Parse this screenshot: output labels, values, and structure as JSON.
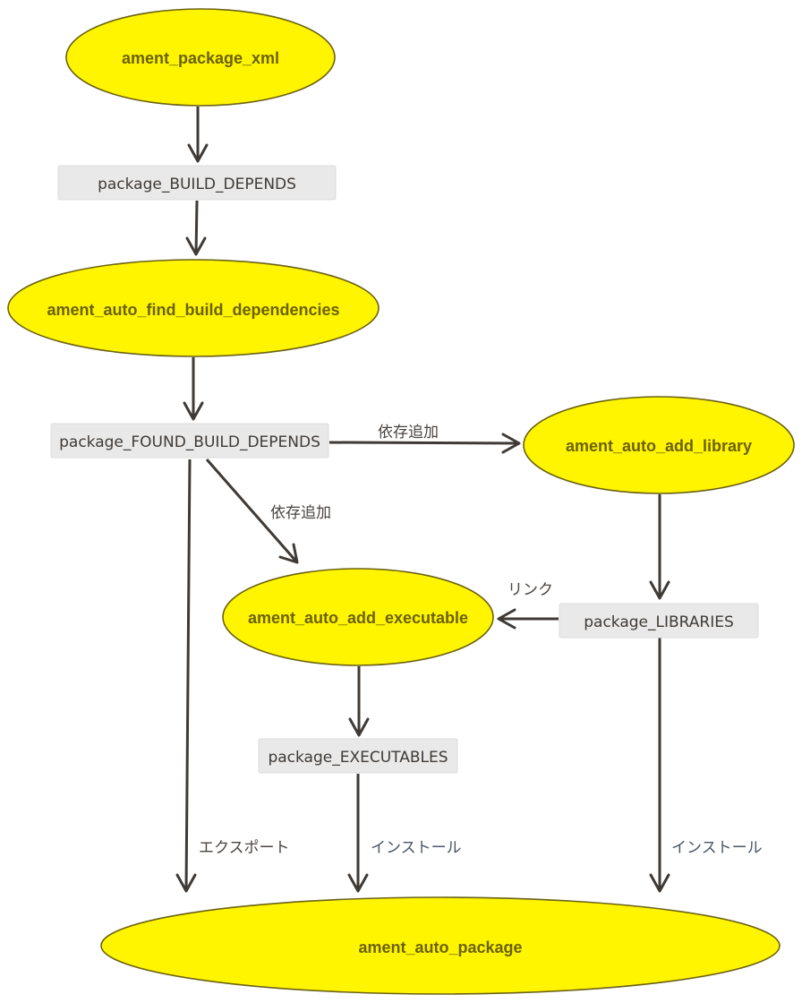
{
  "diagram": {
    "nodes": [
      {
        "id": "ament_package_xml",
        "label": "ament_package_xml",
        "shape": "ellipse"
      },
      {
        "id": "package_BUILD_DEPENDS",
        "label": "package_BUILD_DEPENDS",
        "shape": "box"
      },
      {
        "id": "ament_auto_find_build_dependencies",
        "label": "ament_auto_find_build_dependencies",
        "shape": "ellipse"
      },
      {
        "id": "package_FOUND_BUILD_DEPENDS",
        "label": "package_FOUND_BUILD_DEPENDS",
        "shape": "box"
      },
      {
        "id": "ament_auto_add_library",
        "label": "ament_auto_add_library",
        "shape": "ellipse"
      },
      {
        "id": "ament_auto_add_executable",
        "label": "ament_auto_add_executable",
        "shape": "ellipse"
      },
      {
        "id": "package_LIBRARIES",
        "label": "package_LIBRARIES",
        "shape": "box"
      },
      {
        "id": "package_EXECUTABLES",
        "label": "package_EXECUTABLES",
        "shape": "box"
      },
      {
        "id": "ament_auto_package",
        "label": "ament_auto_package",
        "shape": "ellipse"
      }
    ],
    "edges": [
      {
        "from": "ament_package_xml",
        "to": "package_BUILD_DEPENDS",
        "label": ""
      },
      {
        "from": "package_BUILD_DEPENDS",
        "to": "ament_auto_find_build_dependencies",
        "label": ""
      },
      {
        "from": "ament_auto_find_build_dependencies",
        "to": "package_FOUND_BUILD_DEPENDS",
        "label": ""
      },
      {
        "from": "package_FOUND_BUILD_DEPENDS",
        "to": "ament_auto_add_library",
        "label": "依存追加"
      },
      {
        "from": "package_FOUND_BUILD_DEPENDS",
        "to": "ament_auto_add_executable",
        "label": "依存追加"
      },
      {
        "from": "ament_auto_add_library",
        "to": "package_LIBRARIES",
        "label": ""
      },
      {
        "from": "package_LIBRARIES",
        "to": "ament_auto_add_executable",
        "label": "リンク"
      },
      {
        "from": "ament_auto_add_executable",
        "to": "package_EXECUTABLES",
        "label": ""
      },
      {
        "from": "package_FOUND_BUILD_DEPENDS",
        "to": "ament_auto_package",
        "label": "エクスポート"
      },
      {
        "from": "package_EXECUTABLES",
        "to": "ament_auto_package",
        "label": "インストール"
      },
      {
        "from": "package_LIBRARIES",
        "to": "ament_auto_package",
        "label": "インストール"
      }
    ]
  },
  "colors": {
    "node_fill": "#fff500",
    "node_stroke": "#6b6214",
    "node_text": "#6b6100",
    "box_fill": "#e9e9e9",
    "edge": "#3f3a36"
  }
}
